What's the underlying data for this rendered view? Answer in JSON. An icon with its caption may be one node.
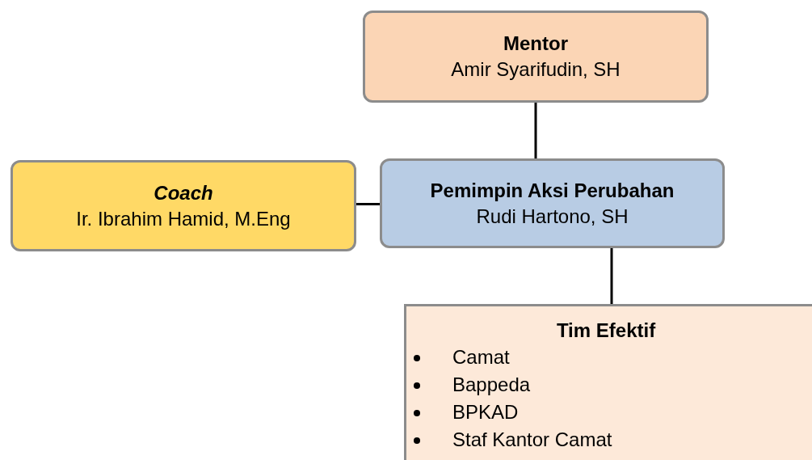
{
  "diagram": {
    "nodes": [
      {
        "text": [
          "Mentor",
          "Amir Syarifudin, SH"
        ]
      },
      {
        "text": [
          "Coach",
          "Ir. Ibrahim Hamid, M.Eng"
        ]
      },
      {
        "text": [
          "Pemimpin Aksi Perubahan",
          "Rudi Hartono, SH"
        ]
      },
      {
        "text": [
          "Tim Efektif",
          "Camat",
          "Bappeda",
          "BPKAD",
          "Staf Kantor Camat"
        ]
      }
    ],
    "edges": [
      {
        "from": 0,
        "to": 2,
        "arrow": "none"
      },
      {
        "from": 1,
        "to": 2,
        "arrow": "none"
      },
      {
        "from": 2,
        "to": 3,
        "arrow": "none"
      }
    ]
  }
}
